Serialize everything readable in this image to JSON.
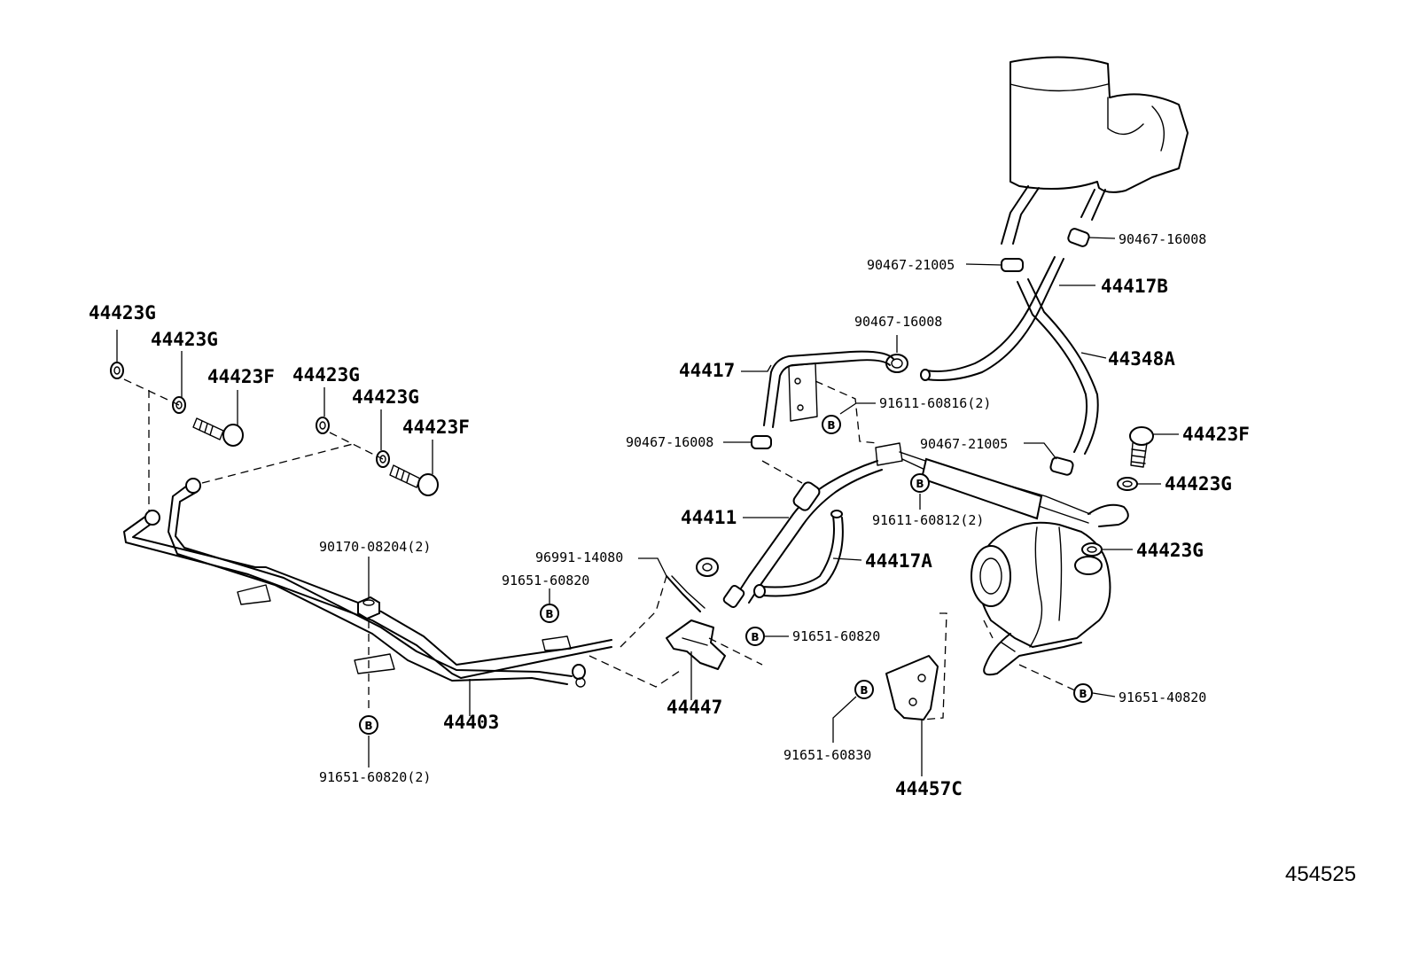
{
  "diagram": {
    "drawing_id": "454525",
    "bolt_symbol": "B",
    "labels": {
      "l_44423G_1": "44423G",
      "l_44423G_2": "44423G",
      "l_44423F_1": "44423F",
      "l_44423G_3": "44423G",
      "l_44423G_4": "44423G",
      "l_44423F_2": "44423F",
      "l_90170": "90170-08204(2)",
      "l_91651_60820_a": "91651-60820",
      "l_96991": "96991-14080",
      "l_44403": "44403",
      "l_91651_60820_2": "91651-60820(2)",
      "l_44447": "44447",
      "l_44411": "44411",
      "l_44417": "44417",
      "l_90467_16008_a": "90467-16008",
      "l_90467_16008_b": "90467-16008",
      "l_91611_60816": "91611-60816(2)",
      "l_90467_21005_a": "90467-21005",
      "l_90467_16008_c": "90467-16008",
      "l_44417B": "44417B",
      "l_44348A": "44348A",
      "l_90467_21005_b": "90467-21005",
      "l_91611_60812": "91611-60812(2)",
      "l_44417A": "44417A",
      "l_44423F_3": "44423F",
      "l_44423G_5": "44423G",
      "l_44423G_6": "44423G",
      "l_91651_60820_b": "91651-60820",
      "l_91651_60830": "91651-60830",
      "l_44457C": "44457C",
      "l_91651_40820": "91651-40820"
    }
  }
}
